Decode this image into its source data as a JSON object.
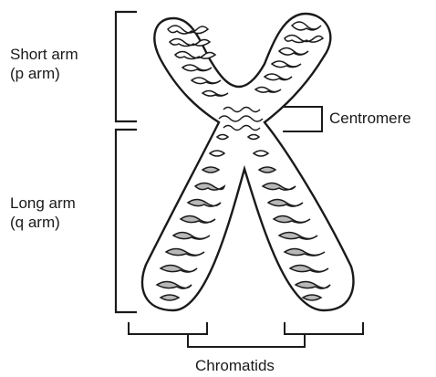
{
  "labels": {
    "short_arm": [
      "Short arm",
      "(p arm)"
    ],
    "long_arm": [
      "Long arm",
      "(q arm)"
    ],
    "centromere": "Centromere",
    "chromatids": "Chromatids"
  },
  "colors": {
    "outline": "#1a1a1a",
    "chromatin_fill": "#b8b8b8",
    "background": "#ffffff"
  }
}
